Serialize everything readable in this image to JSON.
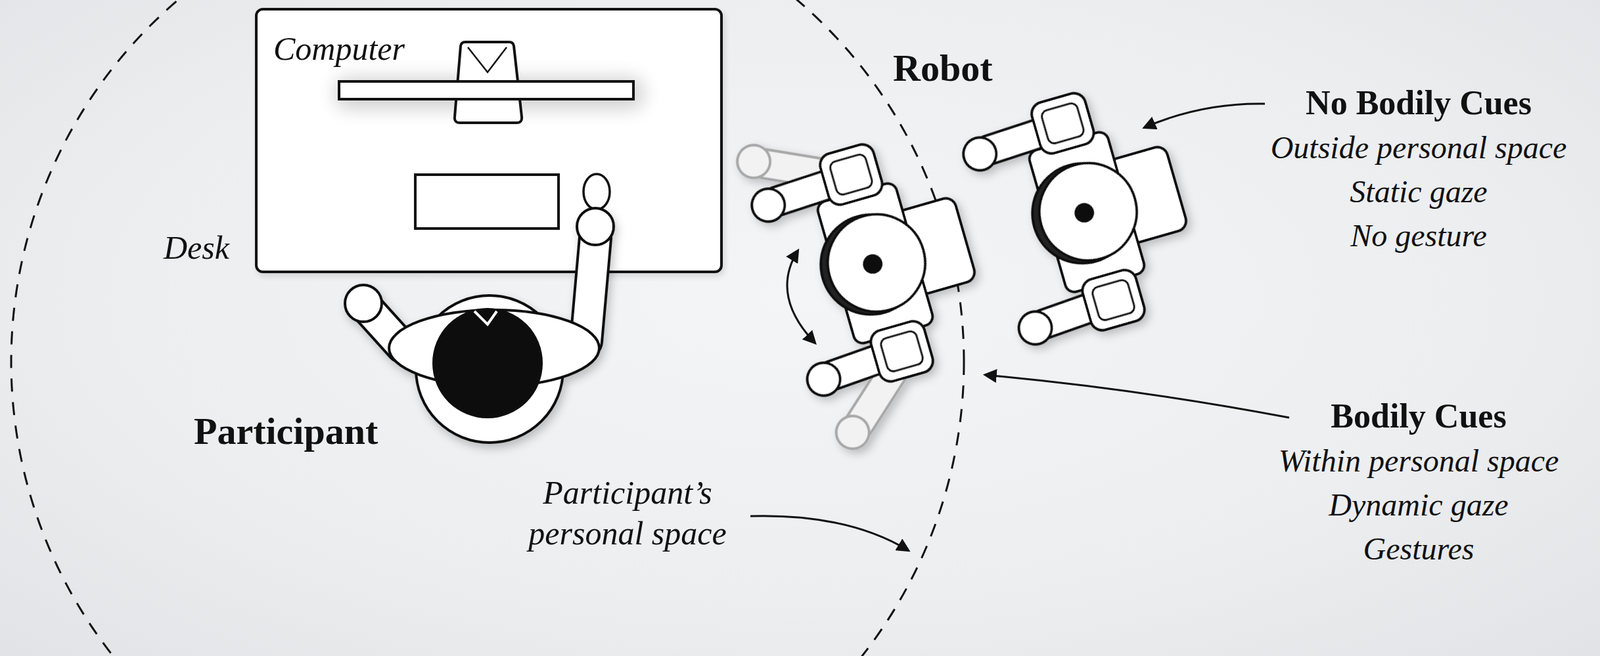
{
  "diagram": {
    "nodes": [
      {
        "text": [
          "Computer",
          "Desk"
        ]
      }
    ],
    "labels": [
      "Robot",
      "No Bodily Cues",
      "Outside personal space",
      "Static gaze",
      "No gesture",
      "Participant",
      "Bodily Cues",
      "Within personal space",
      "Dynamic gaze",
      "Gestures",
      "Participant’s personal space"
    ]
  }
}
